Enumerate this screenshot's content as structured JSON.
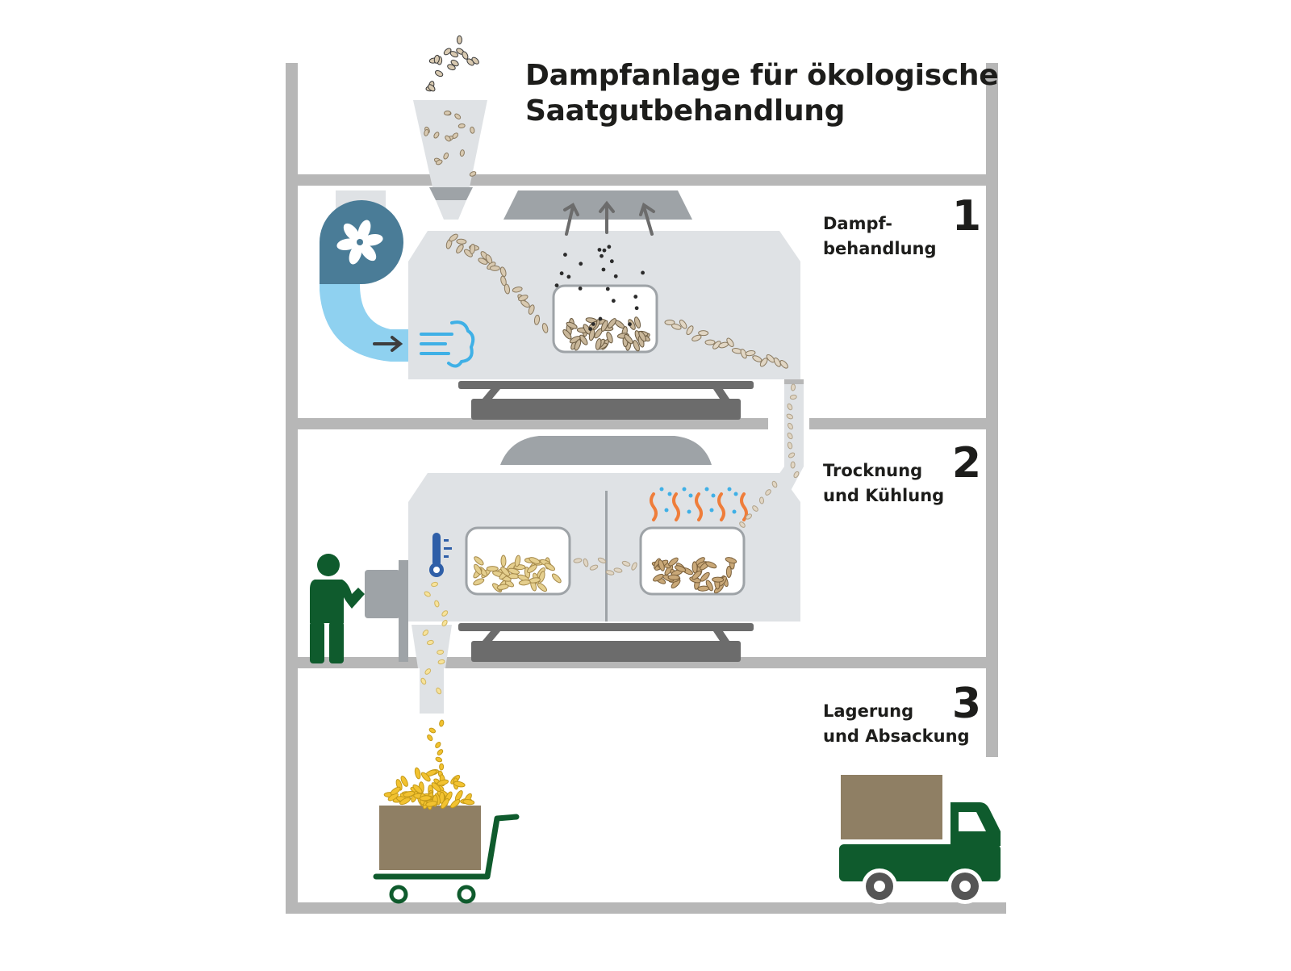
{
  "title": {
    "line1": "Dampfanlage für ökologische",
    "line2": "Saatgutbehandlung"
  },
  "stages": [
    {
      "number": "1",
      "line1": "Dampf-",
      "line2": "behandlung"
    },
    {
      "number": "2",
      "line1": "Trocknung",
      "line2": "und Kühlung"
    },
    {
      "number": "3",
      "line1": "Lagerung",
      "line2": "und Absackung"
    }
  ],
  "colors": {
    "rack": "#b7b7b7",
    "machine": "#dfe2e5",
    "machine_dark": "#6c6c6c",
    "hood": "#9ea3a7",
    "fan": "#4a7c97",
    "air": "#8fd1f0",
    "seed": "#c9b79a",
    "seed_gold": "#f2c230",
    "green": "#0f5b2d",
    "box": "#8f7f64",
    "heat": "#ef7d3a",
    "thermo": "#2f5fa8"
  },
  "icons": [
    "fan-icon",
    "air-blow-icon",
    "thermometer-icon",
    "heat-waves-icon",
    "worker-icon",
    "hand-cart-icon",
    "truck-icon",
    "steam-arrows-icon"
  ]
}
